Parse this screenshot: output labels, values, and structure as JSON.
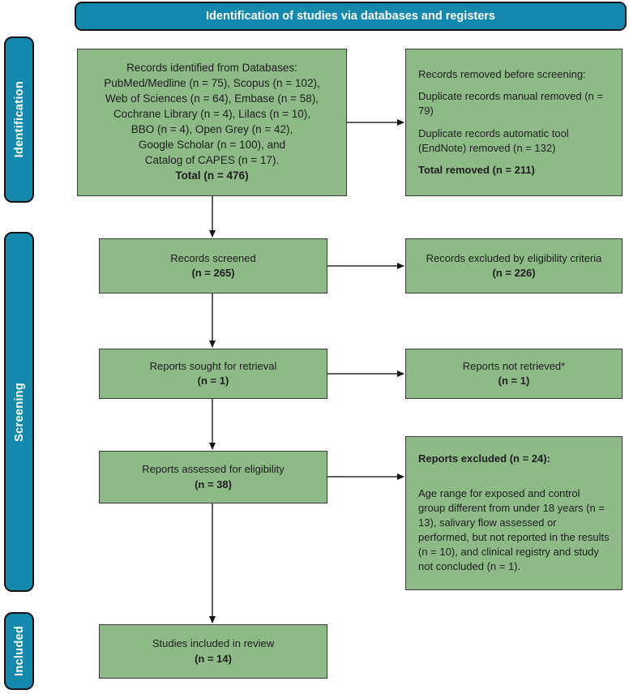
{
  "colors": {
    "teal": "#1489ad",
    "green": "#8dba87",
    "line": "#2b2b2b",
    "text": "#1e1e1e"
  },
  "header": {
    "title": "Identification of studies via databases and registers"
  },
  "sidebar": {
    "identification": "Identification",
    "screening": "Screening",
    "included": "Included"
  },
  "boxes": {
    "records_identified": {
      "lines": [
        "Records identified from Databases:",
        "PubMed/Medline (n = 75), Scopus (n = 102),",
        "Web of Sciences (n = 64), Embase (n = 58),",
        "Cochrane Library (n = 4), Lilacs (n = 10),",
        "BBO (n = 4), Open Grey (n = 42),",
        "Google Scholar (n = 100), and",
        "Catalog of CAPES (n = 17)."
      ],
      "total": "Total (n = 476)"
    },
    "records_removed": {
      "heading": "Records removed before screening:",
      "item1": "Duplicate records manual removed (n = 79)",
      "item2": "Duplicate records automatic tool (EndNote) removed (n = 132)",
      "total": "Total removed (n = 211)"
    },
    "records_screened": {
      "label": "Records screened",
      "count": "(n = 265)"
    },
    "records_excluded": {
      "label": "Records excluded by eligibility criteria",
      "count": "(n = 226)"
    },
    "reports_sought": {
      "label": "Reports sought for retrieval",
      "count": "(n = 1)"
    },
    "reports_not_retrieved": {
      "label": "Reports not retrieved*",
      "count": "(n = 1)"
    },
    "reports_assessed": {
      "label": "Reports assessed for eligibility",
      "count": "(n = 38)"
    },
    "reports_excluded": {
      "heading": "Reports excluded (n = 24):",
      "body": "Age range for exposed and control group different from under 18 years (n = 13), salivary flow assessed or performed, but not reported in the results (n = 10), and clinical registry and study not concluded (n = 1)."
    },
    "studies_included": {
      "label": "Studies included in review",
      "count": "(n = 14)"
    }
  }
}
